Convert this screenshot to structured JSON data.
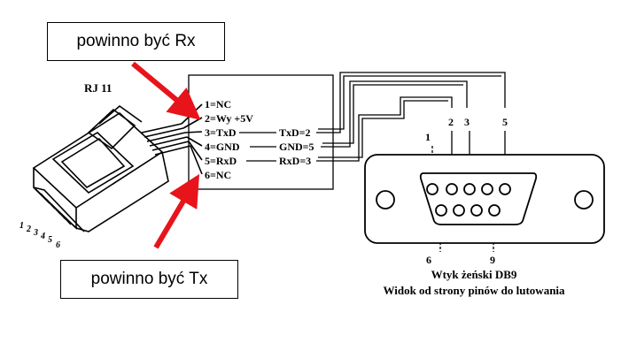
{
  "callouts": {
    "top": "powinno być Rx",
    "bottom": "powinno być Tx"
  },
  "rj11": {
    "title": "RJ 11",
    "pin_numbers": [
      "1",
      "2",
      "3",
      "4",
      "5",
      "6"
    ],
    "pins": [
      "1=NC",
      "2=Wy +5V",
      "3=TxD",
      "4=GND",
      "5=RxD",
      "6=NC"
    ]
  },
  "db9_side_labels": [
    "TxD=2",
    "GND=5",
    "RxD=3"
  ],
  "db9": {
    "top_numbers": [
      "1",
      "2",
      "3",
      "5"
    ],
    "bottom_numbers": [
      "6",
      "9"
    ],
    "caption_line1": "Wtyk  żeński DB9",
    "caption_line2": "Widok od strony pinów do lutowania"
  },
  "colors": {
    "arrow": "#e8141b",
    "line": "#000000"
  }
}
